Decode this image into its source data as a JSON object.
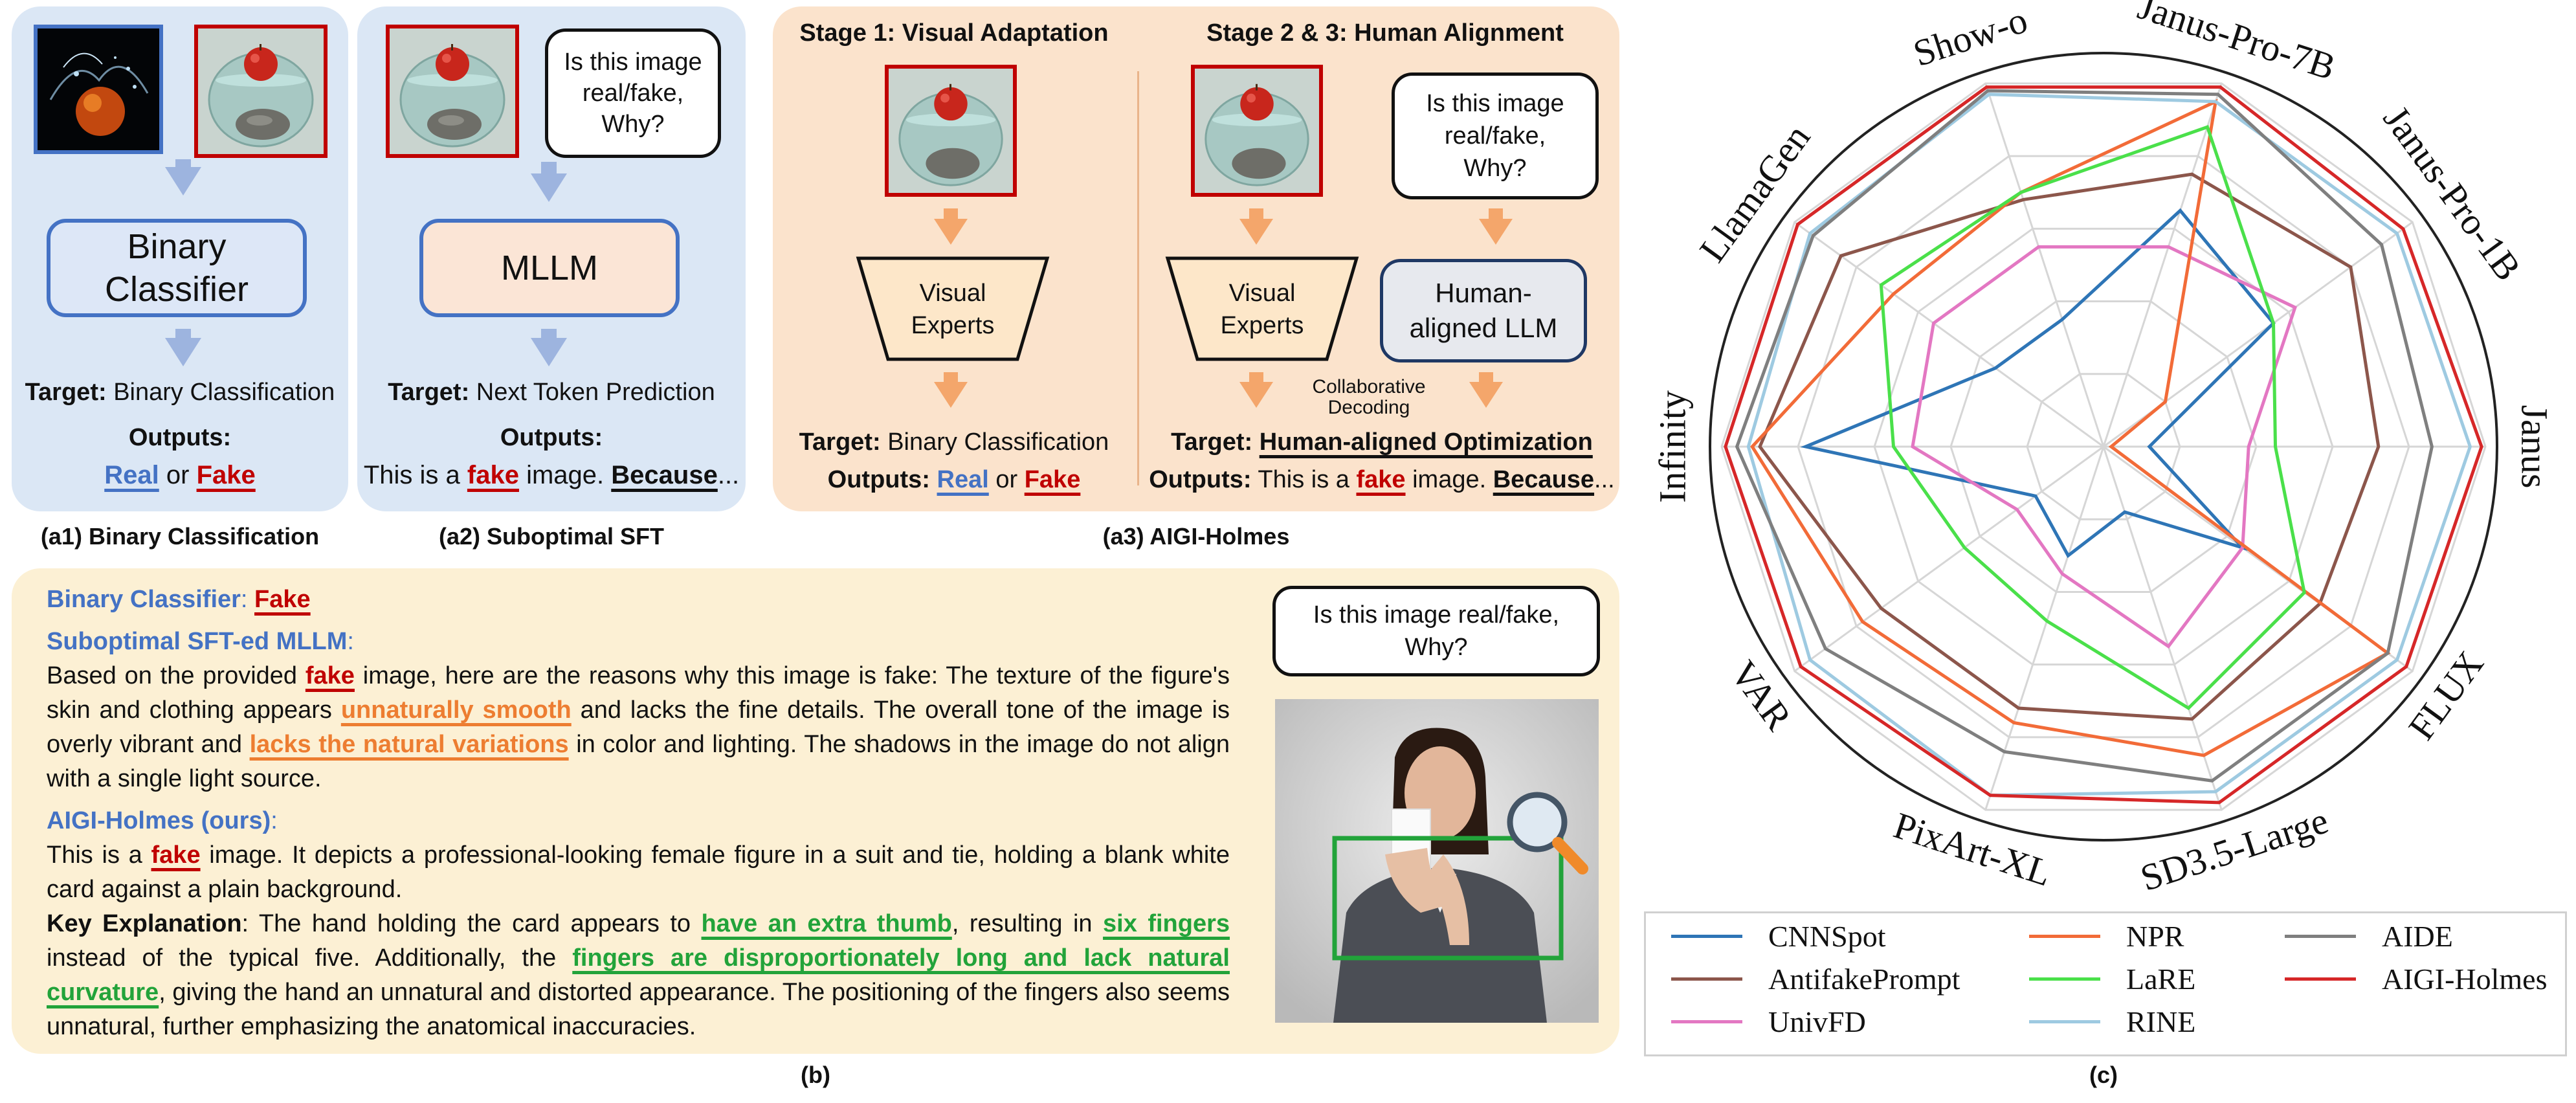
{
  "a1": {
    "classifier_line1": "Binary",
    "classifier_line2": "Classifier",
    "target_label": "Target:",
    "target_value": "Binary Classification",
    "outputs_label": "Outputs:",
    "out_real": "Real",
    "out_or": "or",
    "out_fake": "Fake",
    "caption": "(a1) Binary Classification"
  },
  "a2": {
    "question": "Is this image real/fake, Why?",
    "mllm": "MLLM",
    "target_label": "Target:",
    "target_value": "Next Token Prediction",
    "outputs_label": "Outputs:",
    "out_pre": "This is a",
    "out_fake": "fake",
    "out_mid": "image.",
    "out_because": "Because",
    "out_ellipsis": "...",
    "caption": "(a2) Suboptimal SFT"
  },
  "a3": {
    "stage1": "Stage 1: Visual Adaptation",
    "stage23": "Stage 2 & 3: Human Alignment",
    "visual_experts": "Visual Experts",
    "question": "Is this image real/fake, Why?",
    "human_llm": "Human-aligned LLM",
    "collab_1": "Collaborative",
    "collab_2": "Decoding",
    "target_label": "Target:",
    "target1_value": "Binary Classification",
    "target2_value": "Human-aligned Optimization",
    "outputs_label": "Outputs:",
    "out_real": "Real",
    "out_or": "or",
    "out_fake": "Fake",
    "out2_pre": "This is a",
    "out2_fake": "fake",
    "out2_mid": "image.",
    "out2_because": "Because",
    "out2_ellipsis": "...",
    "caption": "(a3) AIGI-Holmes"
  },
  "b": {
    "bc_label": "Binary Classifier",
    "bc_colon": ":",
    "bc_value": "Fake",
    "sft_label": "Suboptimal SFT-ed MLLM",
    "sft_colon": ":",
    "sft_p1": "Based on the provided",
    "sft_fake": "fake",
    "sft_p2": "image, here are the reasons why this image is fake: The texture of the figure's skin and clothing appears",
    "sft_smooth": "unnaturally smooth",
    "sft_p3": "and lacks the fine details. The overall tone of the image is overly vibrant and",
    "sft_variations": "lacks the natural variations",
    "sft_p4": "in color and lighting. The shadows in the image do not align with a single light source.",
    "holmes_label": "AIGI-Holmes (ours)",
    "holmes_colon": ":",
    "h_p1": "This is a",
    "h_fake": "fake",
    "h_p2": "image. It depicts a professional-looking female figure in a suit and tie, holding a blank white card against a plain background.",
    "key_label": "Key Explanation",
    "key_p1": ": The hand holding the card appears to",
    "key_thumb": "have an extra thumb",
    "key_p2": ", resulting in",
    "key_six": "six fingers",
    "key_p3": "instead of the typical five. Additionally, the",
    "key_fingers": "fingers are disproportionately long and lack natural curvature",
    "key_p4": ", giving the hand an unnatural and distorted appearance. The positioning of the fingers also seems unnatural, further emphasizing the anatomical inaccuracies.",
    "question": "Is this image real/fake, Why?",
    "caption": "(b)"
  },
  "c": {
    "caption": "(c)"
  },
  "chart_data": {
    "type": "radar",
    "axes": [
      "Janus",
      "Janus-Pro-1B",
      "Janus-Pro-7B",
      "Show-o",
      "LlamaGen",
      "Infinity",
      "VAR",
      "PixArt-XL",
      "SD3.5-Large",
      "FLUX"
    ],
    "rlim": [
      0,
      1
    ],
    "grid": true,
    "legend_position": "bottom",
    "series": [
      {
        "name": "CNNSpot",
        "color": "#2e75b6",
        "values": [
          0.12,
          0.55,
          0.65,
          0.35,
          0.35,
          0.78,
          0.22,
          0.3,
          0.18,
          0.45
        ]
      },
      {
        "name": "AntifakePrompt",
        "color": "#8c564b",
        "values": [
          0.72,
          0.8,
          0.75,
          0.68,
          0.85,
          0.9,
          0.72,
          0.72,
          0.75,
          0.7
        ]
      },
      {
        "name": "UnivFD",
        "color": "#e377c2",
        "values": [
          0.38,
          0.62,
          0.55,
          0.55,
          0.55,
          0.5,
          0.28,
          0.35,
          0.55,
          0.45
        ]
      },
      {
        "name": "NPR",
        "color": "#f26b38",
        "values": [
          0.02,
          0.2,
          0.95,
          0.7,
          0.68,
          0.92,
          0.78,
          0.76,
          0.85,
          0.92
        ]
      },
      {
        "name": "LaRE",
        "color": "#4ae04a",
        "values": [
          0.45,
          0.55,
          0.88,
          0.7,
          0.72,
          0.55,
          0.45,
          0.48,
          0.72,
          0.65
        ]
      },
      {
        "name": "RINE",
        "color": "#9ecae1",
        "values": [
          0.96,
          0.95,
          0.95,
          0.97,
          0.95,
          0.93,
          0.95,
          0.96,
          0.95,
          0.95
        ]
      },
      {
        "name": "AIDE",
        "color": "#7f7f7f",
        "values": [
          0.86,
          0.9,
          0.97,
          0.98,
          0.94,
          0.96,
          0.9,
          0.84,
          0.92,
          0.92
        ]
      },
      {
        "name": "AIGI-Holmes",
        "color": "#d62728",
        "values": [
          0.99,
          0.97,
          0.99,
          0.99,
          0.99,
          0.99,
          0.98,
          0.96,
          0.98,
          0.98
        ]
      }
    ]
  }
}
